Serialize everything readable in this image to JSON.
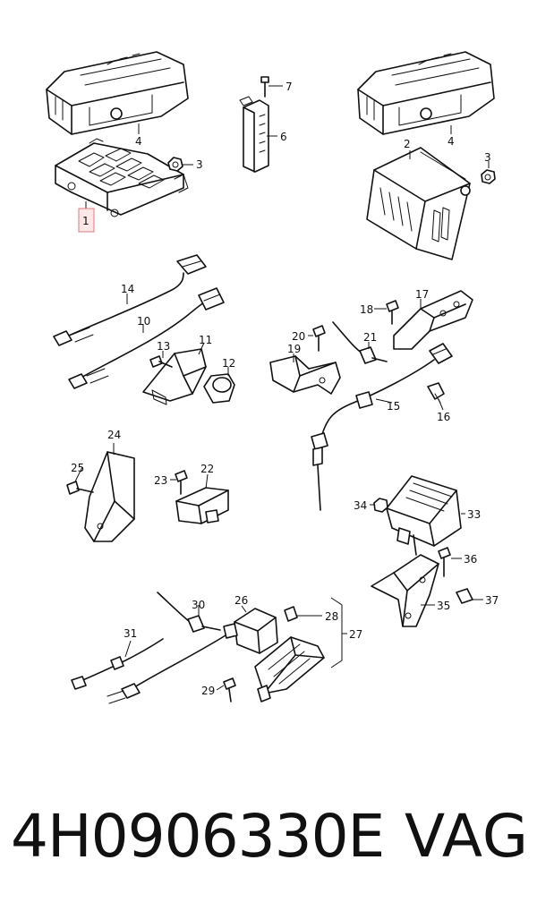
{
  "diagram": {
    "callouts": [
      "1",
      "2",
      "3",
      "3",
      "4",
      "4",
      "6",
      "7",
      "10",
      "11",
      "12",
      "13",
      "14",
      "15",
      "16",
      "17",
      "18",
      "19",
      "20",
      "21",
      "22",
      "23",
      "24",
      "25",
      "26",
      "27",
      "28",
      "29",
      "30",
      "31",
      "33",
      "34",
      "35",
      "36",
      "37"
    ],
    "highlighted_callout": "1"
  },
  "footer": {
    "part_number": "4H0906330E",
    "brand": "VAG"
  }
}
